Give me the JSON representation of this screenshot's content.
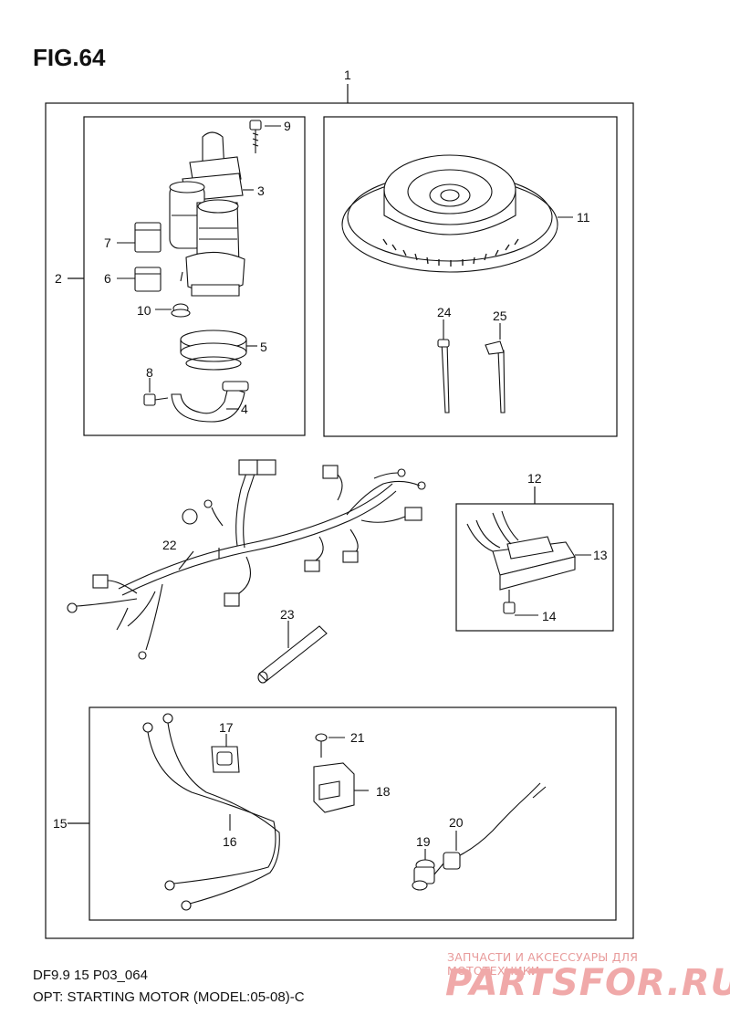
{
  "figure_title": "FIG.64",
  "footer": {
    "model_code": "DF9.9 15 P03_064",
    "description": "OPT: STARTING MOTOR (MODEL:05-08)-C"
  },
  "watermark": {
    "tagline": "ЗАПЧАСТИ И АКСЕССУАРЫ ДЛЯ МОТОТЕХНИКИ",
    "logo": "PARTSFOR.RU",
    "color": "#f0a9a9"
  },
  "callouts": [
    {
      "id": "1",
      "part": "assembly"
    },
    {
      "id": "2",
      "part": "starter-motor-group"
    },
    {
      "id": "3",
      "part": "starter-motor"
    },
    {
      "id": "4",
      "part": "motor-bracket"
    },
    {
      "id": "5",
      "part": "motor-band"
    },
    {
      "id": "6",
      "part": "relay"
    },
    {
      "id": "7",
      "part": "relay"
    },
    {
      "id": "8",
      "part": "bolt"
    },
    {
      "id": "9",
      "part": "bolt"
    },
    {
      "id": "10",
      "part": "grommet"
    },
    {
      "id": "11",
      "part": "flywheel"
    },
    {
      "id": "12",
      "part": "rectifier-group"
    },
    {
      "id": "13",
      "part": "rectifier"
    },
    {
      "id": "14",
      "part": "bolt"
    },
    {
      "id": "15",
      "part": "cable-group"
    },
    {
      "id": "16",
      "part": "battery-cable"
    },
    {
      "id": "17",
      "part": "clamp"
    },
    {
      "id": "18",
      "part": "cord-holder"
    },
    {
      "id": "19",
      "part": "switch"
    },
    {
      "id": "20",
      "part": "lead-wire"
    },
    {
      "id": "21",
      "part": "screw"
    },
    {
      "id": "22",
      "part": "wiring-harness"
    },
    {
      "id": "23",
      "part": "protector-tube"
    },
    {
      "id": "24",
      "part": "clamp-band"
    },
    {
      "id": "25",
      "part": "clamp-band"
    }
  ]
}
